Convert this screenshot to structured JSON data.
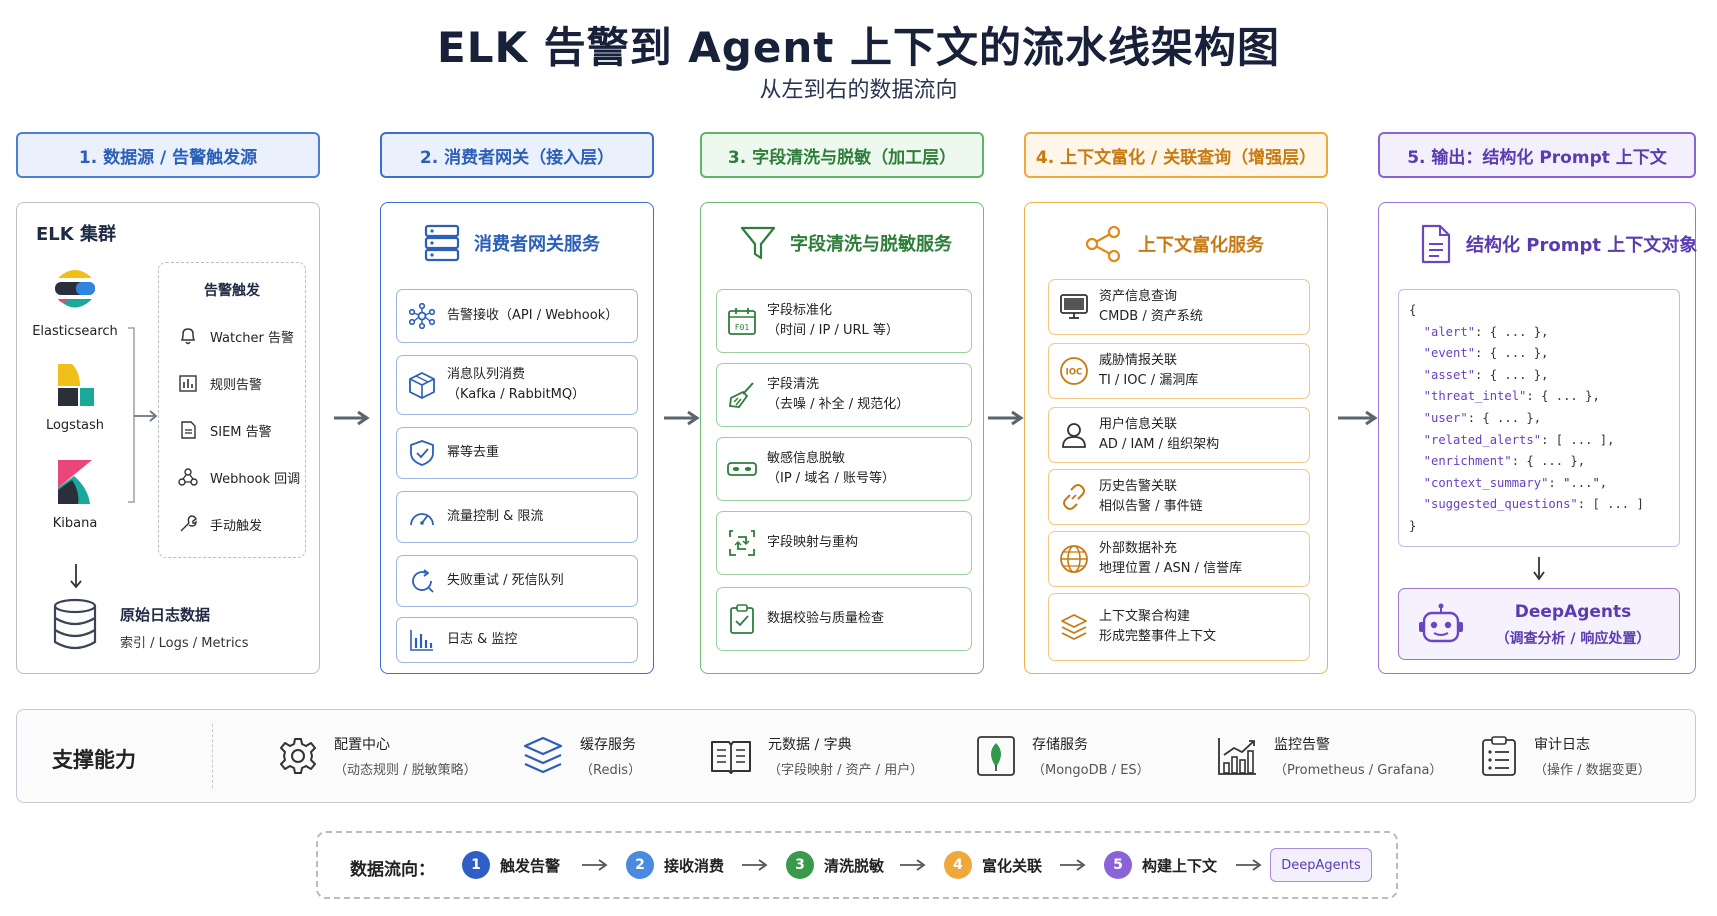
{
  "title": "ELK 告警到 Agent 上下文的流水线架构图",
  "subtitle": "从左到右的数据流向",
  "headers": [
    "1. 数据源 / 告警触发源",
    "2. 消费者网关（接入层）",
    "3. 字段清洗与脱敏（加工层）",
    "4. 上下文富化 / 关联查询（增强层）",
    "5. 输出：结构化 Prompt 上下文"
  ],
  "col1": {
    "cluster_title": "ELK 集群",
    "components": [
      "Elasticsearch",
      "Logstash",
      "Kibana"
    ],
    "trigger_title": "告警触发",
    "triggers": [
      "Watcher 告警",
      "规则告警",
      "SIEM 告警",
      "Webhook 回调",
      "手动触发"
    ],
    "raw_title": "原始日志数据",
    "raw_sub": "索引 / Logs / Metrics"
  },
  "col2": {
    "service_title": "消费者网关服务",
    "cards": [
      {
        "l1": "告警接收（API / Webhook）",
        "l2": "",
        "icon": "network-icon"
      },
      {
        "l1": "消息队列消费",
        "l2": "（Kafka / RabbitMQ）",
        "icon": "cube-icon"
      },
      {
        "l1": "幂等去重",
        "l2": "",
        "icon": "shield-check-icon"
      },
      {
        "l1": "流量控制 & 限流",
        "l2": "",
        "icon": "gauge-icon"
      },
      {
        "l1": "失败重试 / 死信队列",
        "l2": "",
        "icon": "retry-icon"
      },
      {
        "l1": "日志 & 监控",
        "l2": "",
        "icon": "bar-chart-icon"
      }
    ]
  },
  "col3": {
    "service_title": "字段清洗与脱敏服务",
    "cards": [
      {
        "l1": "字段标准化",
        "l2": "（时间 / IP / URL 等）",
        "icon": "calendar-icon"
      },
      {
        "l1": "字段清洗",
        "l2": "（去噪 / 补全 / 规范化）",
        "icon": "broom-icon"
      },
      {
        "l1": "敏感信息脱敏",
        "l2": "（IP / 域名 / 账号等）",
        "icon": "mask-icon"
      },
      {
        "l1": "字段映射与重构",
        "l2": "",
        "icon": "remap-icon"
      },
      {
        "l1": "数据校验与质量检查",
        "l2": "",
        "icon": "clipboard-check-icon"
      }
    ]
  },
  "col4": {
    "service_title": "上下文富化服务",
    "cards": [
      {
        "l1": "资产信息查询",
        "l2": "CMDB / 资产系统",
        "icon": "monitor-icon"
      },
      {
        "l1": "威胁情报关联",
        "l2": "TI / IOC / 漏洞库",
        "icon": "ioc-icon",
        "badge": "IOC"
      },
      {
        "l1": "用户信息关联",
        "l2": "AD / IAM / 组织架构",
        "icon": "user-icon"
      },
      {
        "l1": "历史告警关联",
        "l2": "相似告警 / 事件链",
        "icon": "link-icon"
      },
      {
        "l1": "外部数据补充",
        "l2": "地理位置 / ASN / 信誉库",
        "icon": "globe-icon"
      },
      {
        "l1": "上下文聚合构建",
        "l2": "形成完整事件上下文",
        "icon": "layers-icon"
      }
    ]
  },
  "col5": {
    "service_title": "结构化 Prompt 上下文对象",
    "code_lines": [
      {
        "key": "",
        "rest": "{"
      },
      {
        "key": "\"alert\"",
        "rest": ": { ... },"
      },
      {
        "key": "\"event\"",
        "rest": ": { ... },"
      },
      {
        "key": "\"asset\"",
        "rest": ": { ... },"
      },
      {
        "key": "\"threat_intel\"",
        "rest": ": { ... },"
      },
      {
        "key": "\"user\"",
        "rest": ": { ... },"
      },
      {
        "key": "\"related_alerts\"",
        "rest": ": [ ... ],"
      },
      {
        "key": "\"enrichment\"",
        "rest": ": { ... },"
      },
      {
        "key": "\"context_summary\"",
        "rest": ": \"...\","
      },
      {
        "key": "\"suggested_questions\"",
        "rest": ": [ ... ]"
      },
      {
        "key": "",
        "rest": "}"
      }
    ],
    "agent_name": "DeepAgents",
    "agent_sub": "（调查分析 / 响应处置）"
  },
  "support": {
    "label": "支撑能力",
    "items": [
      {
        "t1": "配置中心",
        "t2": "（动态规则 / 脱敏策略）",
        "icon": "gear-icon"
      },
      {
        "t1": "缓存服务",
        "t2": "（Redis）",
        "icon": "stack-icon"
      },
      {
        "t1": "元数据 / 字典",
        "t2": "（字段映射 / 资产 / 用户）",
        "icon": "book-icon"
      },
      {
        "t1": "存储服务",
        "t2": "（MongoDB / ES）",
        "icon": "leaf-icon"
      },
      {
        "t1": "监控告警",
        "t2": "（Prometheus / Grafana）",
        "icon": "chart-icon"
      },
      {
        "t1": "审计日志",
        "t2": "（操作 / 数据变更）",
        "icon": "clipboard-list-icon"
      }
    ]
  },
  "flow": {
    "label": "数据流向：",
    "steps": [
      {
        "num": "1",
        "label": "触发告警",
        "color": "#2d5fc4"
      },
      {
        "num": "2",
        "label": "接收消费",
        "color": "#4a8be0"
      },
      {
        "num": "3",
        "label": "清洗脱敏",
        "color": "#3a9a4c"
      },
      {
        "num": "4",
        "label": "富化关联",
        "color": "#f0a83a"
      },
      {
        "num": "5",
        "label": "构建上下文",
        "color": "#8a63d6"
      }
    ],
    "end": "DeepAgents"
  }
}
